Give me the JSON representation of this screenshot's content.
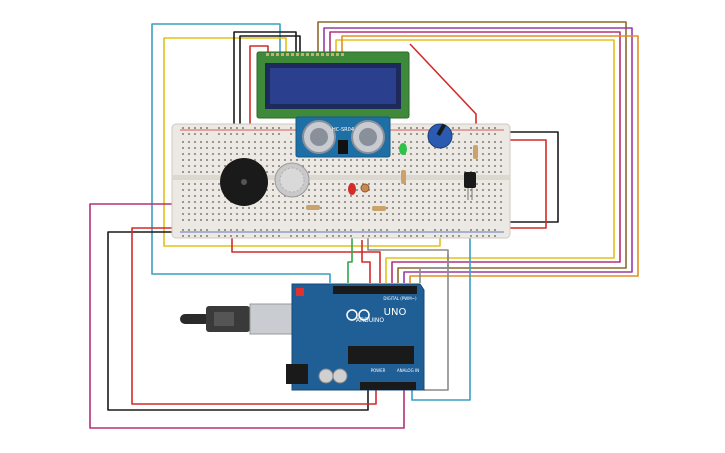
{
  "arduino": {
    "brand": "ARDUINO",
    "model": "UNO",
    "digital_label": "DIGITAL (PWM~)",
    "power_label": "POWER",
    "analog_label": "ANALOG IN"
  },
  "ultrasonic": {
    "model": "HC-SR04"
  },
  "components": [
    "lcd-16x2",
    "breadboard",
    "arduino-uno",
    "ultrasonic-sensor",
    "piezo-buzzer",
    "gas-sensor",
    "potentiometer",
    "temperature-sensor",
    "red-led",
    "green-led",
    "photoresistor",
    "resistors",
    "usb-cable"
  ],
  "colors": {
    "arduino": "#1f5f96",
    "lcd_screen": "#2b3f8f",
    "lcd_board": "#3f8a3a",
    "breadboard": "#ece9e4",
    "wire_red": "#d42a2a",
    "wire_black": "#1a1a1a",
    "wire_yellow": "#e3c21a",
    "wire_green": "#2fa64a",
    "wire_blue": "#3a9fc4",
    "wire_brown": "#8a6a2a",
    "wire_purple": "#9a3aa8",
    "wire_magenta": "#b3307a",
    "wire_orange": "#e09020",
    "wire_gray": "#8a8a8a"
  }
}
